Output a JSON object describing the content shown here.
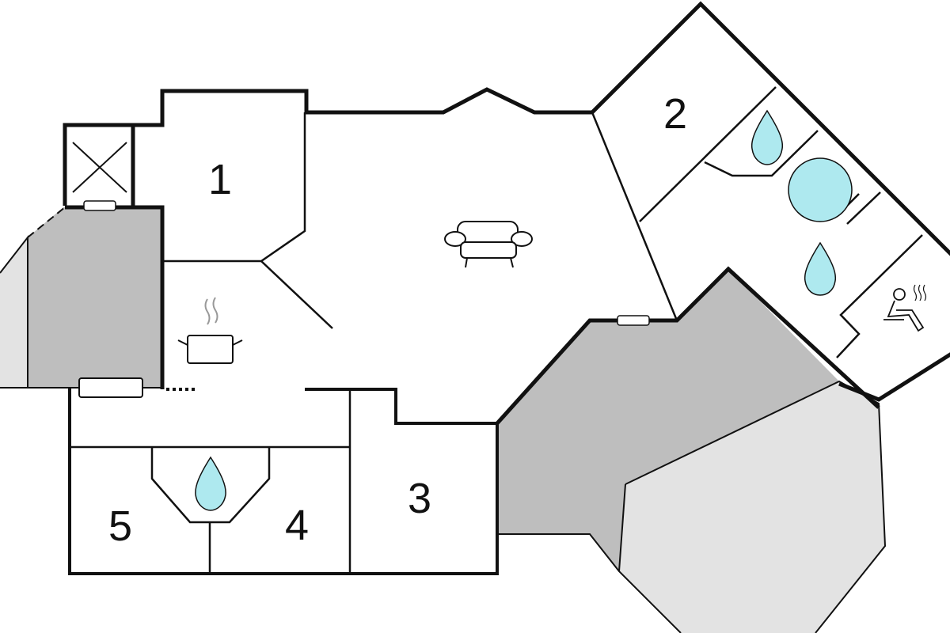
{
  "rooms": [
    {
      "label": "1"
    },
    {
      "label": "2"
    },
    {
      "label": "3"
    },
    {
      "label": "4"
    },
    {
      "label": "5"
    }
  ],
  "colors": {
    "wall": "#111111",
    "terrace_dark": "#bebebe",
    "terrace_light": "#e3e3e3",
    "water": "#aee9ef"
  },
  "icons": [
    "elevator-shaft-icon",
    "sofa-icon",
    "cooking-pot-icon",
    "water-drop-icon",
    "whirlpool-icon",
    "sauna-icon",
    "window-icon"
  ]
}
